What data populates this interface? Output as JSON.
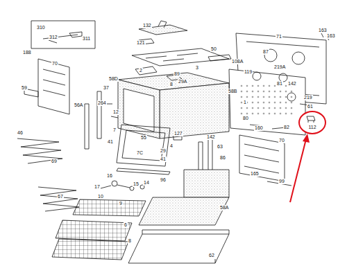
{
  "diagram": {
    "nodes": [
      {
        "text": [
          "112"
        ]
      }
    ],
    "labels": [
      "310",
      "312",
      "311",
      "132",
      "121",
      "50",
      "163",
      "163",
      "71",
      "87",
      "108A",
      "119",
      "219A",
      "81",
      "142",
      "219",
      "188",
      "70",
      "59",
      "58D",
      "2",
      "3",
      "89",
      "29A",
      "8",
      "58B",
      "37",
      "56A",
      "264",
      "12",
      "7",
      "1",
      "80",
      "61",
      "160",
      "82",
      "46",
      "69",
      "41",
      "55",
      "127",
      "4",
      "29",
      "7C",
      "41",
      "142",
      "63",
      "86",
      "70",
      "165",
      "99",
      "96",
      "16",
      "15",
      "14",
      "17",
      "67",
      "10",
      "9",
      "6",
      "8",
      "58A",
      "62"
    ]
  }
}
